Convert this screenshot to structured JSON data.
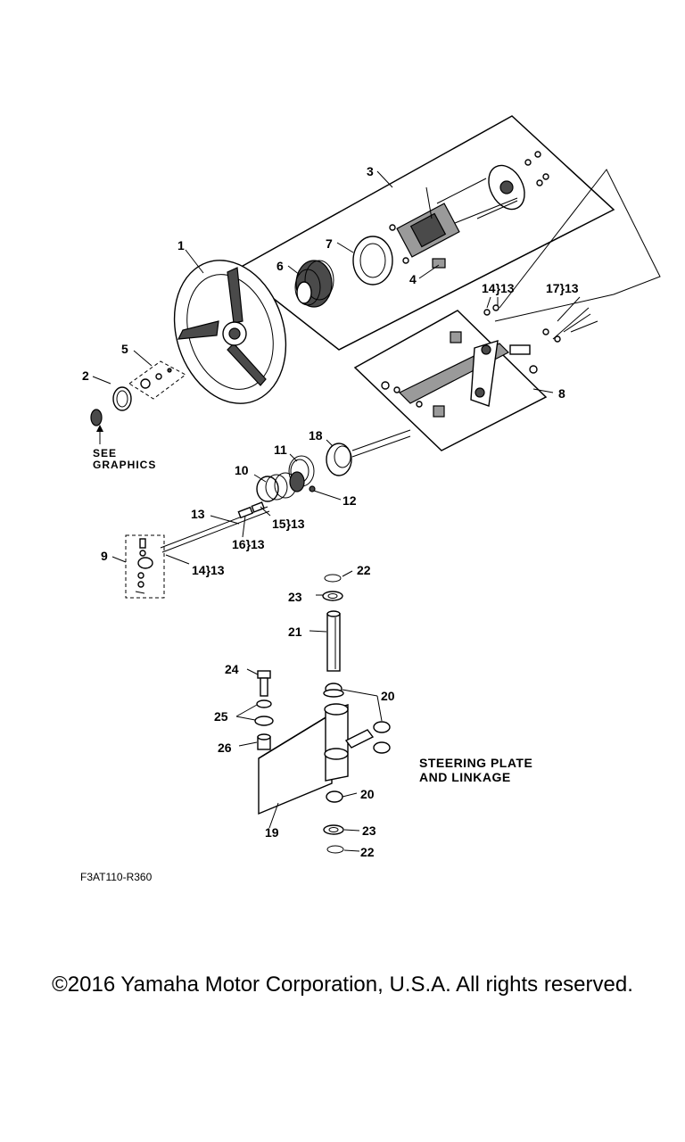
{
  "callouts": {
    "c1": "1",
    "c2": "2",
    "c3": "3",
    "c4": "4",
    "c5": "5",
    "c6": "6",
    "c7": "7",
    "c8": "8",
    "c9": "9",
    "c10": "10",
    "c11": "11",
    "c12": "12",
    "c13": "13",
    "c18": "18",
    "c14_13a": "14}13",
    "c17_13": "17}13",
    "c15_13": "15}13",
    "c16_13": "16}13",
    "c14_13b": "14}13",
    "c22a": "22",
    "c23a": "23",
    "c21": "21",
    "c20a": "20",
    "c24": "24",
    "c25": "25",
    "c26": "26",
    "c20b": "20",
    "c19": "19",
    "c23b": "23",
    "c22b": "22"
  },
  "see_graphics": {
    "line1": "SEE",
    "line2": "GRAPHICS"
  },
  "section_title": {
    "line1": "STEERING PLATE",
    "line2": "AND LINKAGE"
  },
  "figure_code": "F3AT110-R360",
  "copyright": "©2016 Yamaha Motor Corporation, U.S.A. All rights reserved."
}
